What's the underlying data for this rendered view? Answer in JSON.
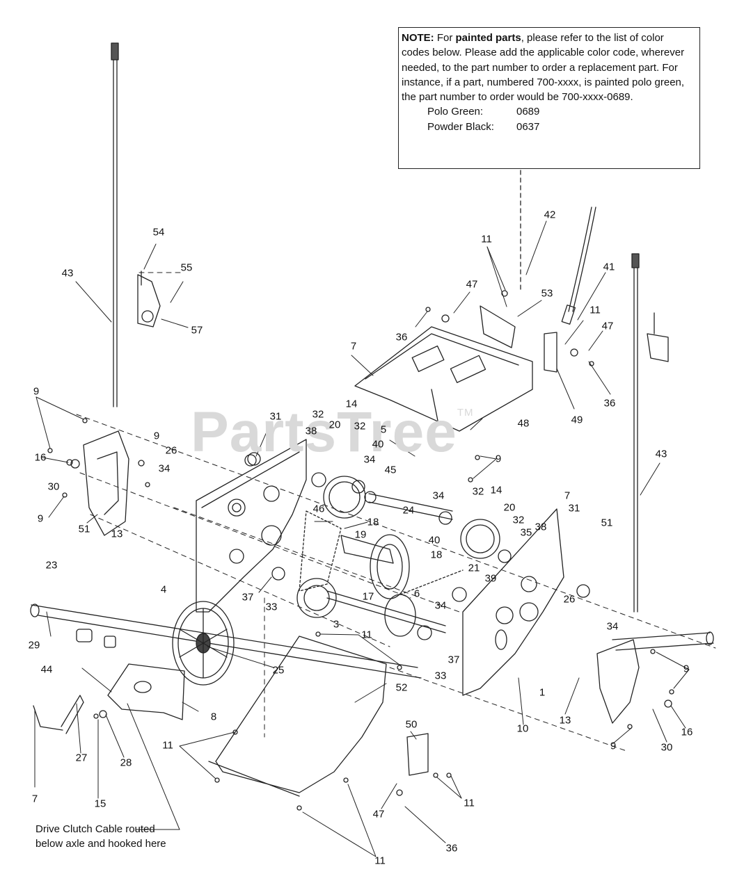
{
  "note": {
    "label": "NOTE:",
    "t1": " For ",
    "bold": "painted parts",
    "t2": ", please refer to the list of color codes below. Please add the applicable color code, wherever needed, to the part number to order a replacement part. For instance, if a part, numbered 700-xxxx, is painted polo green, the part number to order would be 700-xxxx-0689.",
    "colors": [
      {
        "name": "Polo Green:",
        "code": "0689"
      },
      {
        "name": "Powder Black:",
        "code": "0637"
      }
    ]
  },
  "watermark": {
    "text": "PartsTree",
    "tm": "TM"
  },
  "routing_note": "Drive Clutch Cable routed below axle and hooked here",
  "callouts": [
    "42",
    "11",
    "41",
    "47",
    "53",
    "11",
    "47",
    "36",
    "36",
    "49",
    "54",
    "55",
    "57",
    "43",
    "7",
    "9",
    "31",
    "32",
    "20",
    "14",
    "32",
    "38",
    "40",
    "34",
    "5",
    "48",
    "9",
    "45",
    "16",
    "26",
    "9",
    "34",
    "30",
    "9",
    "51",
    "13",
    "46",
    "18",
    "19",
    "24",
    "34",
    "32",
    "14",
    "20",
    "32",
    "35",
    "38",
    "7",
    "31",
    "40",
    "18",
    "21",
    "39",
    "37",
    "33",
    "17",
    "6",
    "23",
    "29",
    "4",
    "3",
    "34",
    "43",
    "51",
    "26",
    "34",
    "11",
    "37",
    "33",
    "44",
    "25",
    "52",
    "9",
    "8",
    "10",
    "1",
    "13",
    "16",
    "27",
    "28",
    "11",
    "50",
    "30",
    "9",
    "15",
    "7",
    "47",
    "11",
    "36",
    "11"
  ]
}
